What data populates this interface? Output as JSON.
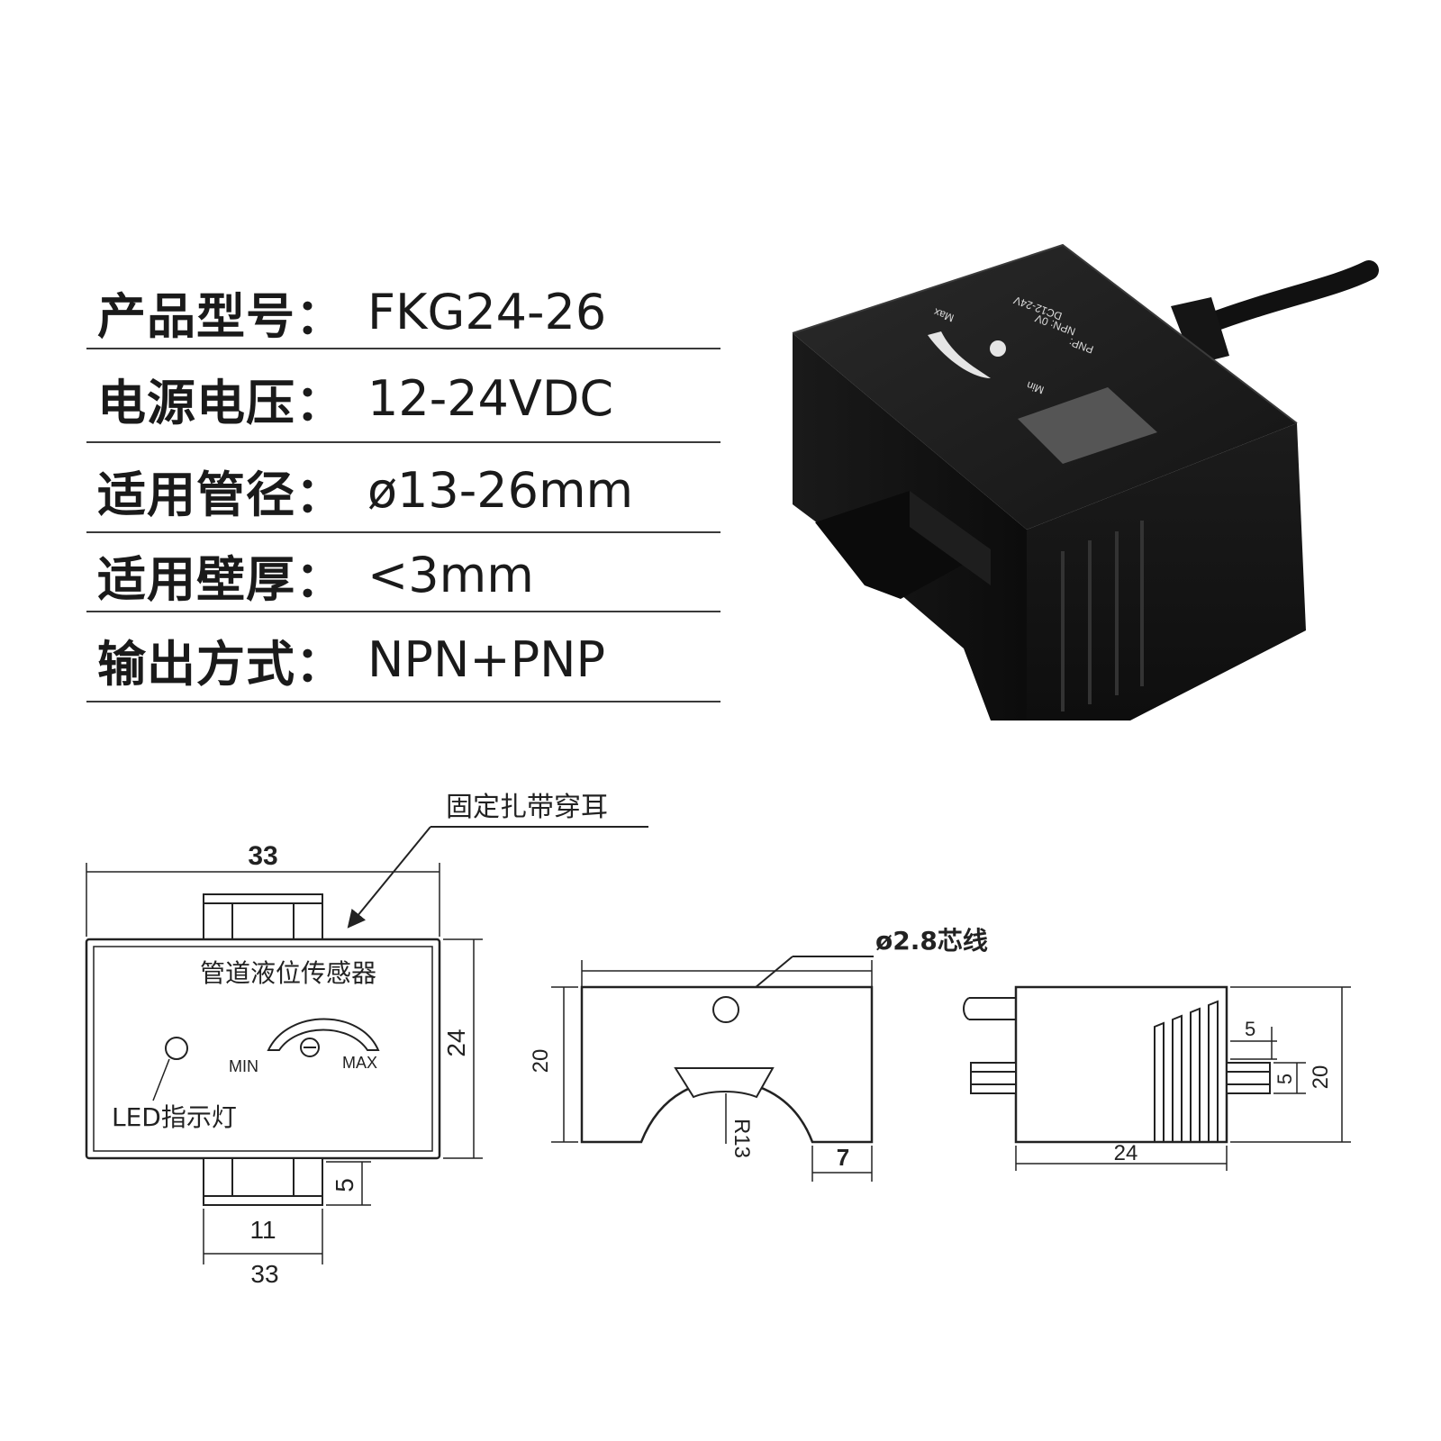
{
  "specs": [
    {
      "key": "产品型号：",
      "value": "FKG24-26"
    },
    {
      "key": "电源电压：",
      "value": "12-24VDC"
    },
    {
      "key": "适用管径：",
      "value": "ø13-26mm"
    },
    {
      "key": "适用壁厚：",
      "value": "<3mm"
    },
    {
      "key": "输出方式：",
      "value": "NPN+PNP"
    }
  ],
  "photo": {
    "label_min": "Min",
    "label_max": "Max",
    "label_lines": [
      "DC12-24V",
      "NPN: 0V",
      "PNP:"
    ]
  },
  "drawing_top": {
    "callout": "固定扎带穿耳",
    "title": "管道液位传感器",
    "min": "MIN",
    "max": "MAX",
    "led": "LED指示灯",
    "dim_width_top": "33",
    "dim_height": "24",
    "dim_ear": "5",
    "dim_ear_width": "11",
    "dim_width_bottom": "33"
  },
  "drawing_front": {
    "callout": "ø2.8芯线",
    "dim_height": "20",
    "dim_radius": "R13",
    "dim_offset": "7"
  },
  "drawing_side": {
    "dim_5a": "5",
    "dim_5b": "5",
    "dim_height": "20",
    "dim_width": "24"
  }
}
